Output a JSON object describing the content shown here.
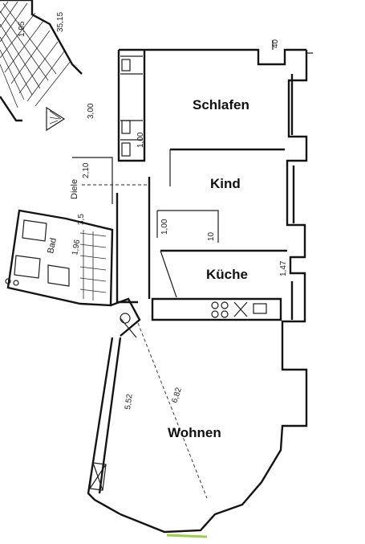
{
  "rooms": {
    "schlafen": "Schlafen",
    "kind": "Kind",
    "kueche": "Küche",
    "wohnen": "Wohnen",
    "diele": "Diele",
    "bad": "Bad"
  },
  "dimensions": {
    "top_stair_a": "1,95",
    "top_stair_b": "35,15",
    "stair_landing": "3,00",
    "diele_width": "2,10",
    "kind_side": "1,00",
    "kind_closet": "1,00",
    "kind_small": "10",
    "bath_a": "1,96",
    "bath_b": "3,5",
    "wohnen_diag": "6,82",
    "wohnen_side": "5,52",
    "right_tick": "40",
    "kitchen_tick": "1,47"
  },
  "colors": {
    "wall": "#141414",
    "accent_green": "#9bd04a"
  }
}
